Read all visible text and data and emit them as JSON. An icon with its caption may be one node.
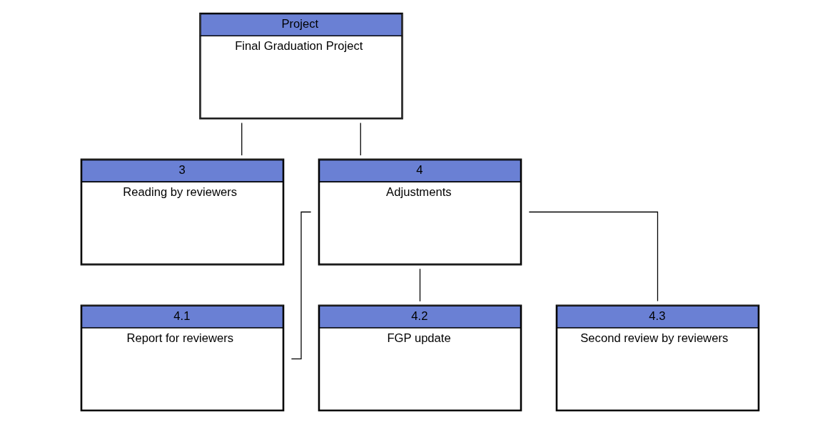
{
  "diagram": {
    "nodes": [
      {
        "text": [
          "Project",
          "Final Graduation Project"
        ]
      },
      {
        "text": [
          "3",
          "Reading by reviewers"
        ]
      },
      {
        "text": [
          "4",
          "Adjustments"
        ]
      },
      {
        "text": [
          "4.1",
          "Report for reviewers"
        ]
      },
      {
        "text": [
          "4.2",
          "FGP update"
        ]
      },
      {
        "text": [
          "4.3",
          "Second review by reviewers"
        ]
      }
    ],
    "edges": [
      {
        "from": 0,
        "to": 1,
        "arrow": "none"
      },
      {
        "from": 0,
        "to": 2,
        "arrow": "none"
      },
      {
        "from": 2,
        "to": 3,
        "arrow": "none"
      },
      {
        "from": 2,
        "to": 4,
        "arrow": "none"
      },
      {
        "from": 2,
        "to": 5,
        "arrow": "none"
      }
    ]
  }
}
